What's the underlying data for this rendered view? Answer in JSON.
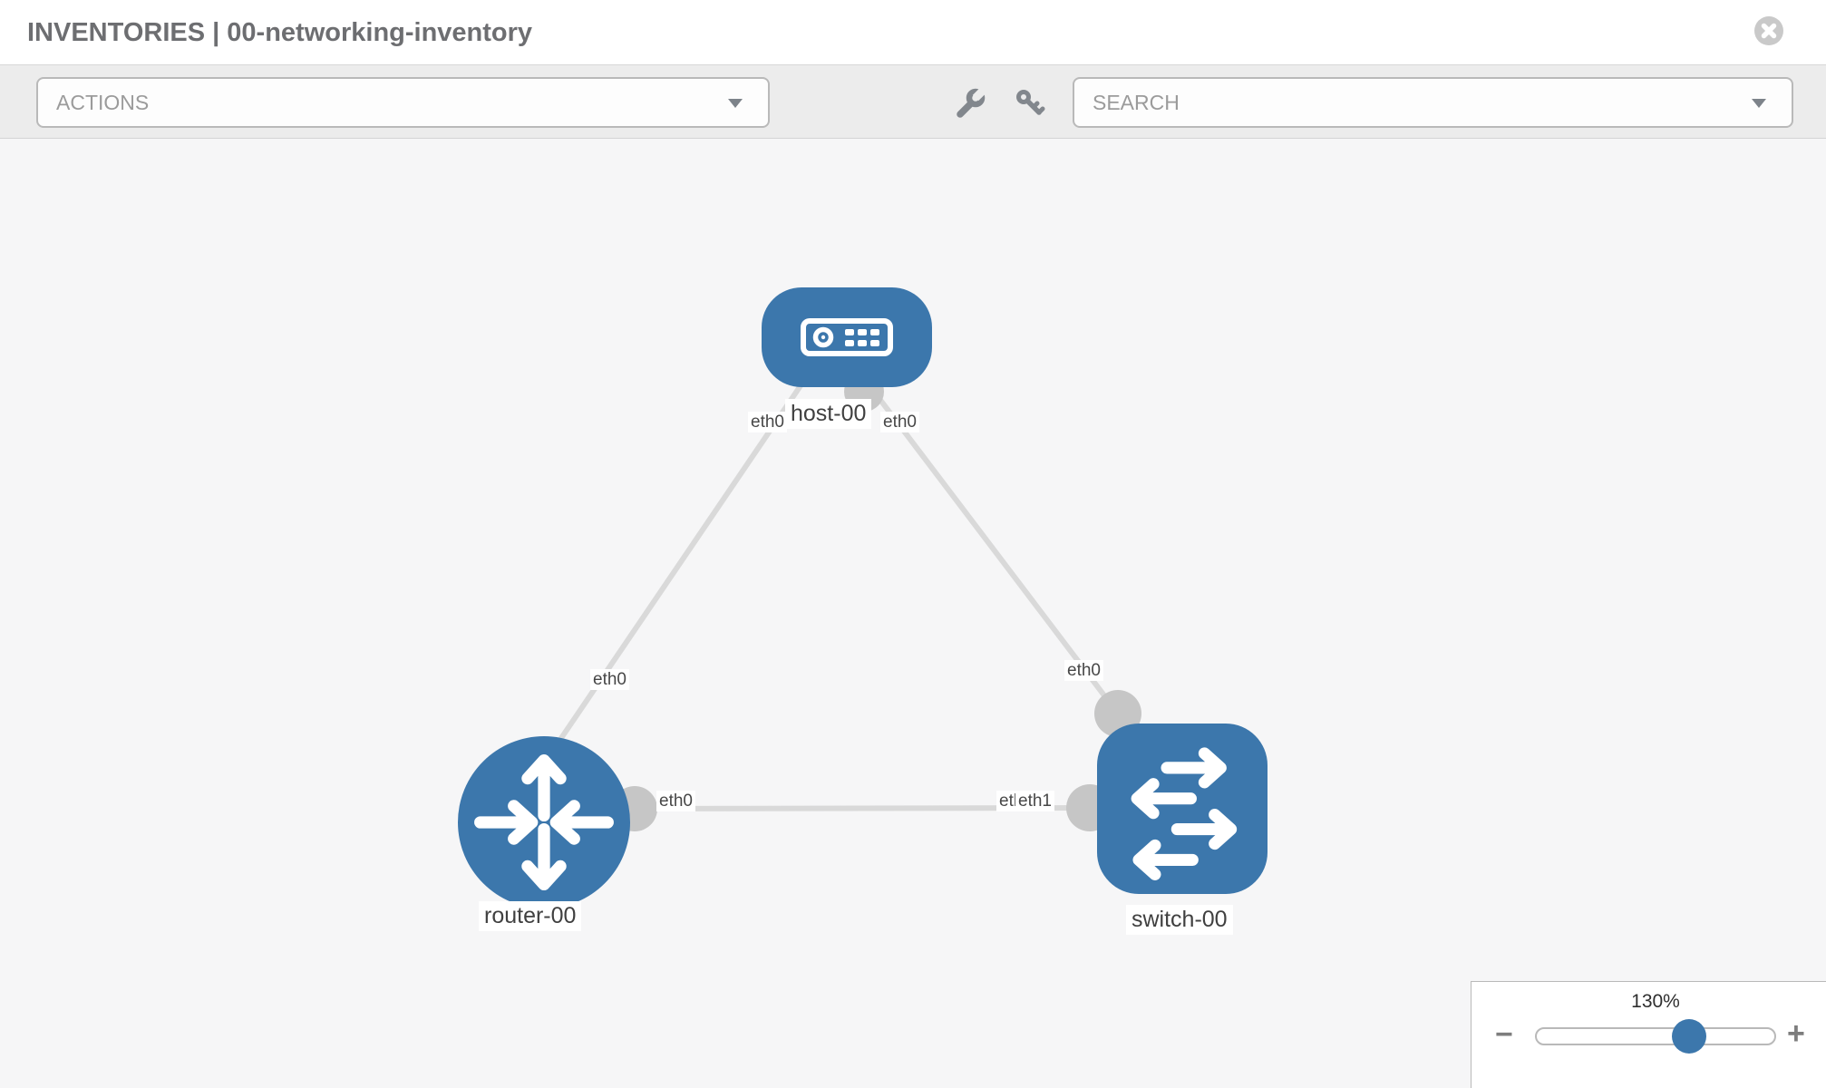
{
  "header": {
    "title": "INVENTORIES | 00-networking-inventory",
    "close_icon": "circle-x-icon"
  },
  "toolbar": {
    "actions": {
      "label": "ACTIONS",
      "caret_icon": "chevron-down-icon"
    },
    "tools": [
      {
        "icon": "wrench-icon"
      },
      {
        "icon": "key-icon"
      }
    ],
    "search": {
      "placeholder": "SEARCH",
      "caret_icon": "chevron-down-icon"
    }
  },
  "topology": {
    "nodes": [
      {
        "name": "host-00",
        "type": "host",
        "icon": "server-icon"
      },
      {
        "name": "router-00",
        "type": "router",
        "icon": "router-arrows-icon"
      },
      {
        "name": "switch-00",
        "type": "switch",
        "icon": "switch-arrows-icon"
      }
    ],
    "links": [
      {
        "source": "host-00",
        "target": "router-00",
        "source_interface": "eth0",
        "target_interface": "eth0"
      },
      {
        "source": "host-00",
        "target": "switch-00",
        "source_interface": "eth0",
        "target_interface": "eth0"
      },
      {
        "source": "router-00",
        "target": "switch-00",
        "source_interface": "eth0",
        "target_interface": "eth1",
        "target_interface_hidden": "eth0"
      }
    ]
  },
  "zoom_control": {
    "value": "130%",
    "zoom_out_label": "−",
    "zoom_in_label": "+"
  },
  "colors": {
    "node_blue": "#3c77ac",
    "link_gray": "#d9d9d9",
    "connector_gray": "#c6c6c6",
    "canvas_bg": "#f6f6f7",
    "toolbar_bg": "#ececec",
    "slider_handle": "#3c77ac"
  }
}
